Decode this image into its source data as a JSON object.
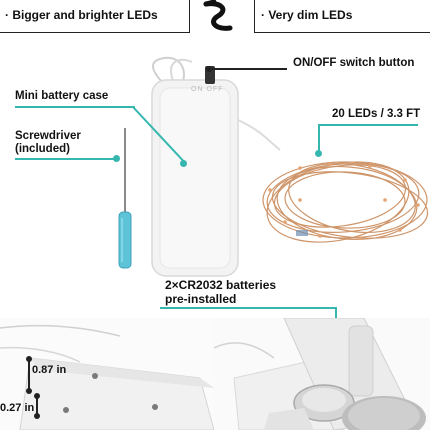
{
  "comparison": {
    "left_text": "· Bigger and brighter LEDs",
    "right_text": "· Very dim LEDs",
    "arrow_icon": "curly-arrow-icon"
  },
  "labels": {
    "switch": "ON/OFF switch button",
    "battery_case": "Mini battery case",
    "screwdriver": "Screwdriver\n(included)",
    "leds": "20 LEDs / 3.3 FT",
    "batteries": "2×CR2032 batteries\npre-installed",
    "dim_top": "0.87 in",
    "dim_side": "0.27 in",
    "case_switch_text": "ON OFF"
  },
  "colors": {
    "accent_teal": "#35b7b0",
    "wire_copper": "#c98a5a",
    "screwdriver_handle": "#5fc3d8"
  }
}
